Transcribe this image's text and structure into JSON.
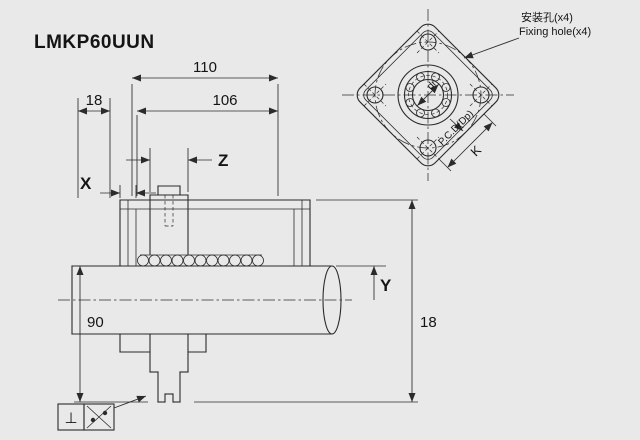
{
  "title": "LMKP60UUN",
  "colors": {
    "background": "#e9e9e9",
    "line": "#2b2b2b"
  },
  "dimensions": {
    "top_width": "110",
    "left_gap": "18",
    "inner_width": "106",
    "flange_width": "Z",
    "seal_width": "X",
    "shaft_height": "Y",
    "left_height": "90",
    "right_height": "18"
  },
  "front_view": {
    "label_cn": "安装孔(x4)",
    "label_en": "Fixing hole(x4)",
    "bore_dim": "dr",
    "pitch_circle": "P.C.D(Dp)",
    "across_flats": "K"
  },
  "tolerance": {
    "perpendicularity": "⊥"
  }
}
